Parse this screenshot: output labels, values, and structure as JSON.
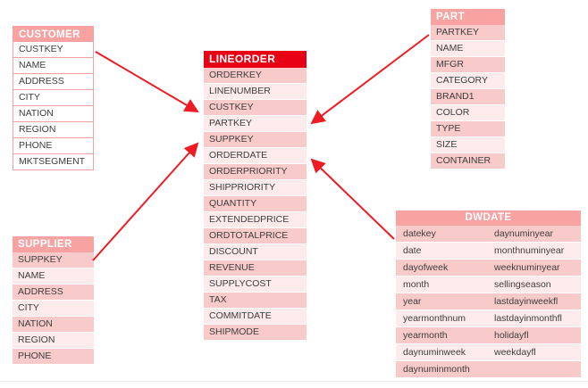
{
  "colors": {
    "fact_header_red": "#e80014",
    "dim_header_salmon": "#f9a2a2",
    "row_dark_pink": "#f8caca",
    "row_light_pink": "#fdeaea",
    "customer_cell_border": "#f2a2a2",
    "arrow_red": "#ed1c24",
    "field_text": "#3d3d3d",
    "header_text": "#ffffff"
  },
  "tables": {
    "customer": {
      "title": "CUSTOMER",
      "fields": [
        "CUSTKEY",
        "NAME",
        "ADDRESS",
        "CITY",
        "NATION",
        "REGION",
        "PHONE",
        "MKTSEGMENT"
      ]
    },
    "supplier": {
      "title": "SUPPLIER",
      "fields": [
        "SUPPKEY",
        "NAME",
        "ADDRESS",
        "CITY",
        "NATION",
        "REGION",
        "PHONE"
      ]
    },
    "lineorder": {
      "title": "LINEORDER",
      "fields": [
        "ORDERKEY",
        "LINENUMBER",
        "CUSTKEY",
        "PARTKEY",
        "SUPPKEY",
        "ORDERDATE",
        "ORDERPRIORITY",
        "SHIPPRIORITY",
        "QUANTITY",
        "EXTENDEDPRICE",
        "ORDTOTALPRICE",
        "DISCOUNT",
        "REVENUE",
        "SUPPLYCOST",
        "TAX",
        "COMMITDATE",
        "SHIPMODE"
      ]
    },
    "part": {
      "title": "PART",
      "fields": [
        "PARTKEY",
        "NAME",
        "MFGR",
        "CATEGORY",
        "BRAND1",
        "COLOR",
        "TYPE",
        "SIZE",
        "CONTAINER"
      ]
    },
    "dwdate": {
      "title": "DWDATE",
      "left_fields": [
        "datekey",
        "date",
        "dayofweek",
        "month",
        "year",
        "yearmonthnum",
        "yearmonth",
        "daynuminweek",
        "daynuminmonth"
      ],
      "right_fields": [
        "daynuminyear",
        "monthnuminyear",
        "weeknuminyear",
        "sellingseason",
        "lastdayinweekfl",
        "lastdayinmonthfl",
        "holidayfl",
        "weekdayfl",
        ""
      ]
    }
  },
  "relationships": [
    {
      "from": "CUSTOMER.CUSTKEY",
      "to": "LINEORDER.CUSTKEY"
    },
    {
      "from": "SUPPLIER.SUPPKEY",
      "to": "LINEORDER.SUPPKEY"
    },
    {
      "from": "PART.PARTKEY",
      "to": "LINEORDER.PARTKEY"
    },
    {
      "from": "DWDATE.datekey",
      "to": "LINEORDER.ORDERDATE"
    }
  ]
}
